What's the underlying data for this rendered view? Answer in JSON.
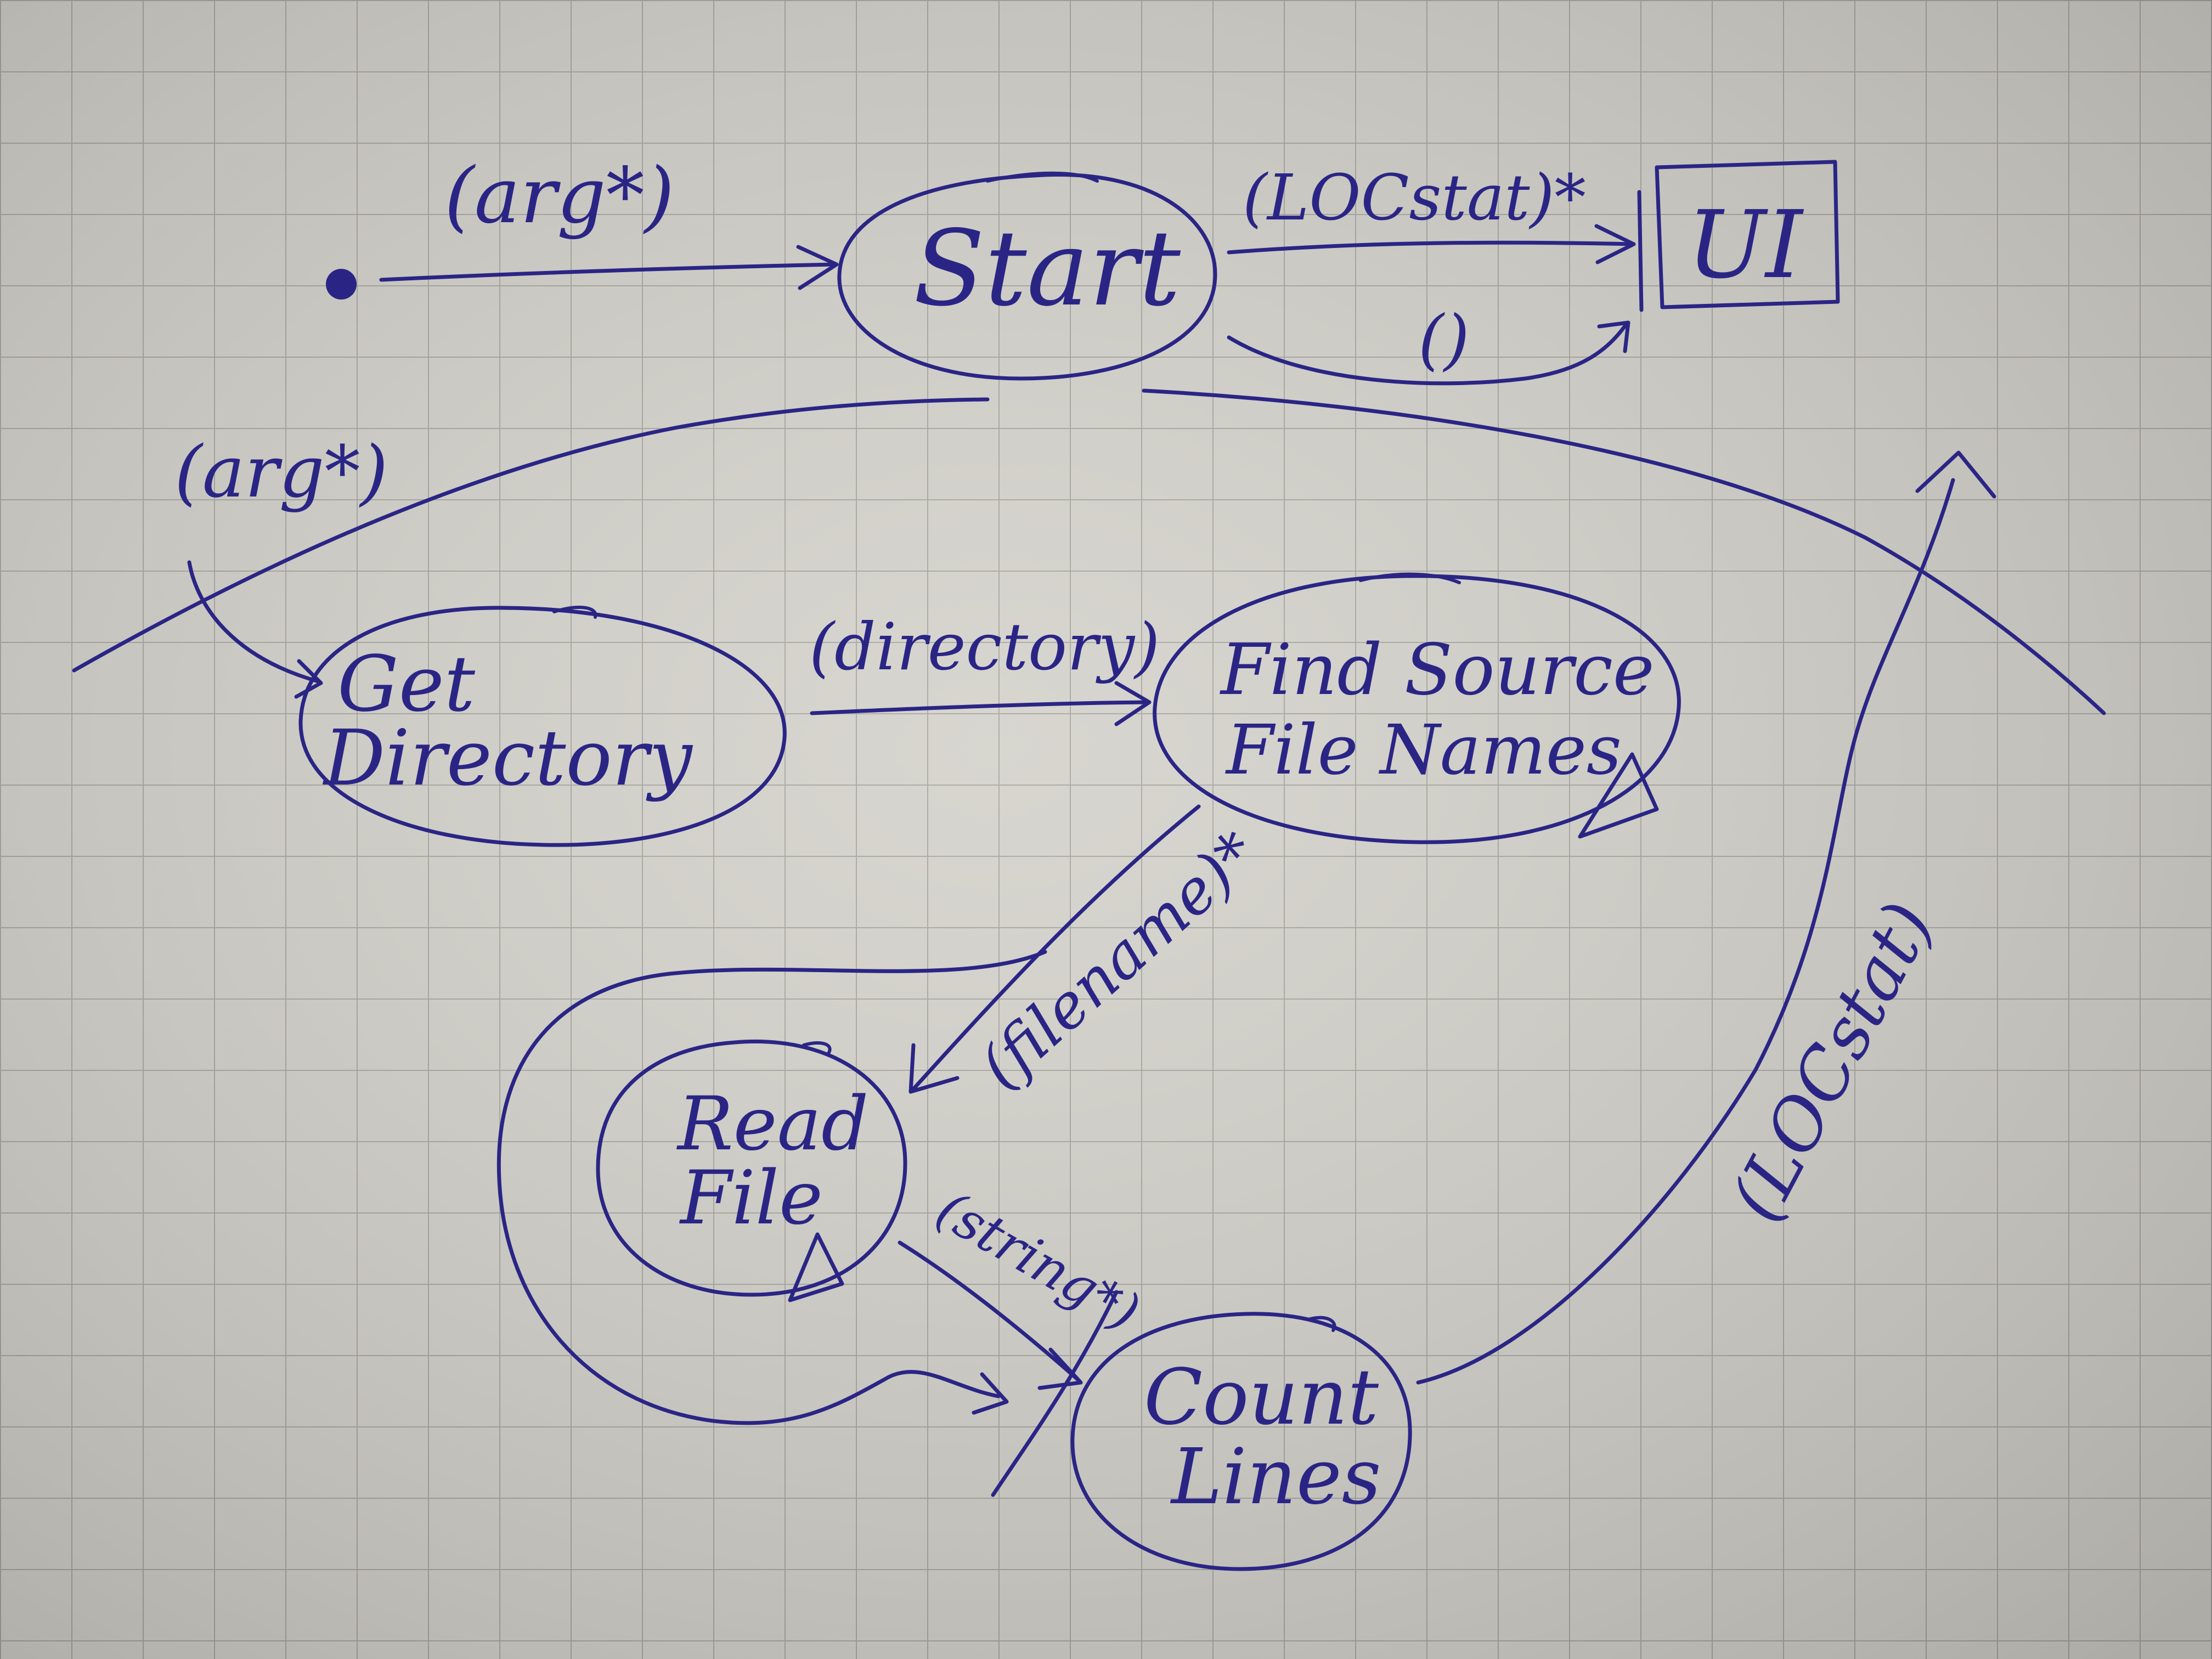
{
  "colors": {
    "paper": "#d4d2cb",
    "grid": "#a9a7a2",
    "ink": "#2a2585"
  },
  "states": {
    "start": "Start",
    "ui": "UI",
    "get_directory_line1": "Get",
    "get_directory_line2": "Directory",
    "find_source_line1": "Find Source",
    "find_source_line2": "File Names",
    "read_file_line1": "Read",
    "read_file_line2": "File",
    "count_lines_line1": "Count",
    "count_lines_line2": "Lines"
  },
  "transitions": {
    "initial_to_start": "(arg*)",
    "start_to_ui_stat": "(LOCstat)*",
    "start_to_ui_empty": "()",
    "to_get_directory": "(arg*)",
    "get_dir_to_find": "(directory)",
    "find_to_read": "(filename)*",
    "read_to_count": "(string*)",
    "count_to_ui": "(LOCstat)"
  }
}
